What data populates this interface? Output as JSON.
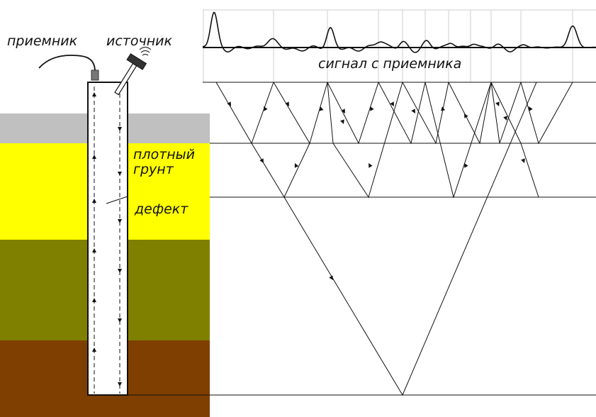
{
  "labels": {
    "receiver": "приемник",
    "source": "источник",
    "signal": "сигнал с приемника",
    "dense_soil_1": "плотный",
    "dense_soil_2": "грунт",
    "defect": "дефект"
  },
  "colors": {
    "layer_top": "#c0c0c0",
    "layer_yellow": "#ffff00",
    "layer_olive": "#808000",
    "layer_brown": "#7f3f00",
    "line": "#111111",
    "grid": "#cfcfcf"
  },
  "icons": [
    "receiver-cable-icon",
    "hammer-icon",
    "sound-wave-icon",
    "arrow-up-icon",
    "arrow-down-icon"
  ]
}
